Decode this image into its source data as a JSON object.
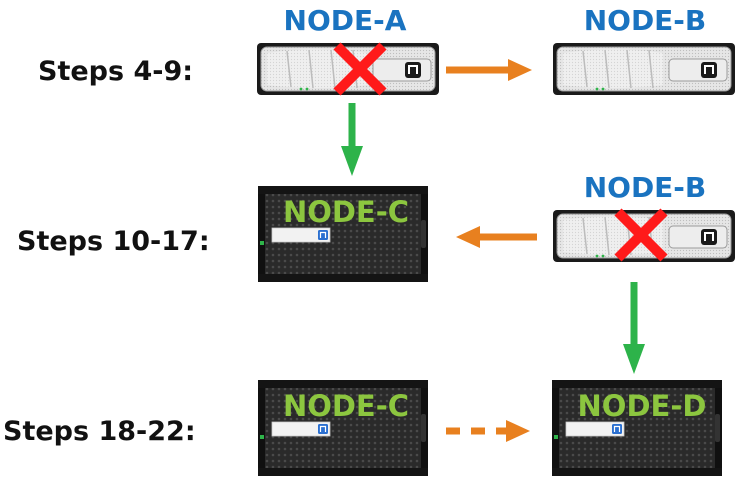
{
  "colors": {
    "node_title_old": "#1a73c0",
    "node_title_new": "#8cc63f",
    "arrow_orange": "#e8801f",
    "arrow_green": "#2db34a",
    "x_mark_red": "#ff1a1a",
    "chassis_dark": "#1c1c1c"
  },
  "stages": [
    {
      "label": "Steps 4-9:",
      "nodes": [
        "NODE-A",
        "NODE-B"
      ]
    },
    {
      "label": "Steps 10-17:",
      "nodes": [
        "NODE-C",
        "NODE-B"
      ]
    },
    {
      "label": "Steps 18-22:",
      "nodes": [
        "NODE-C",
        "NODE-D"
      ]
    }
  ],
  "icons": {
    "old_controller": "legacy-controller-chassis-icon",
    "new_controller": "new-controller-chassis-icon",
    "retired": "red-x-icon",
    "logo": "netapp-logo-icon"
  }
}
